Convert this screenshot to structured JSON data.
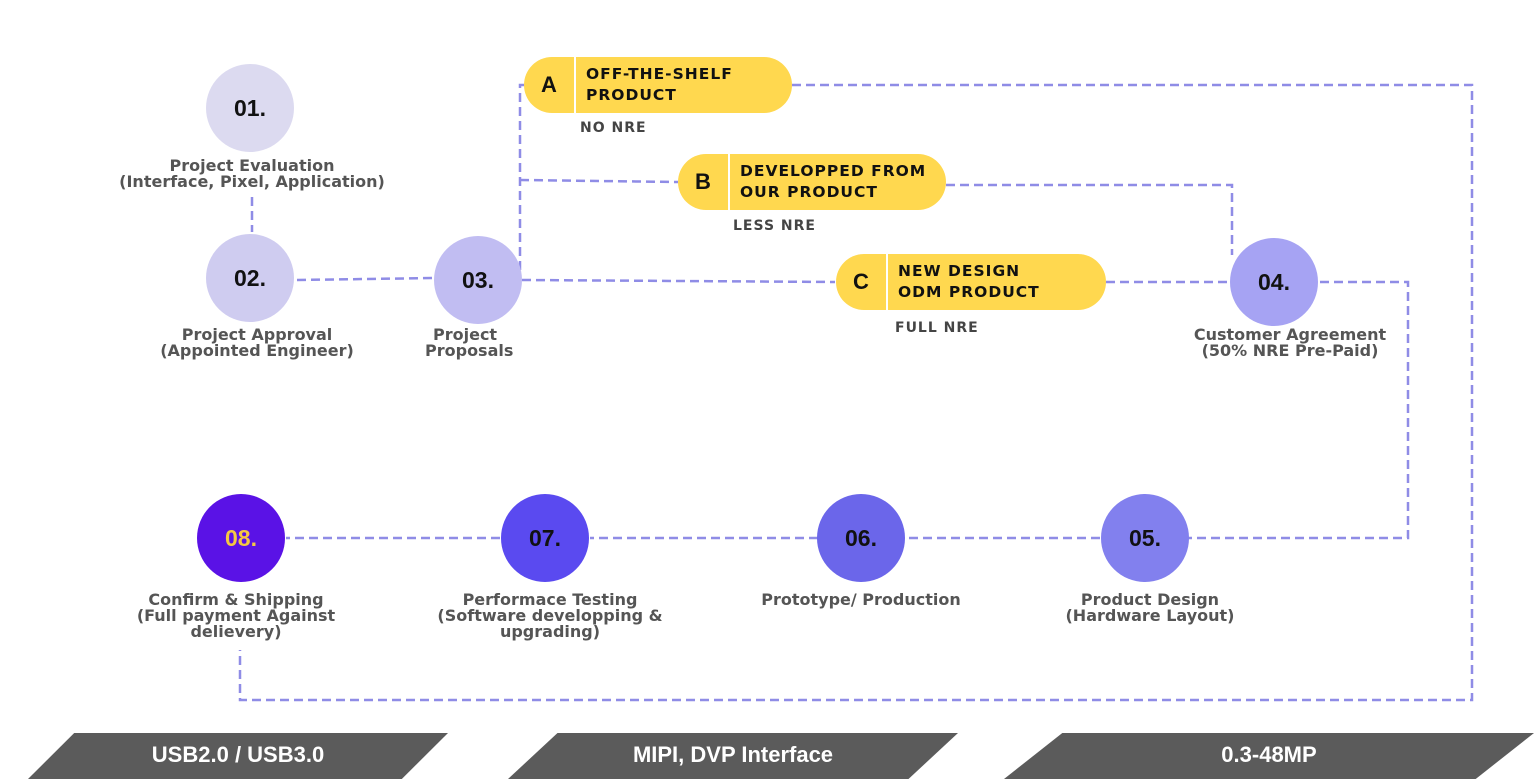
{
  "colors": {
    "connector": "#8f8ce6",
    "pill": "#ffd84f",
    "step_01": "#dcdaf0",
    "step_02": "#cfccf0",
    "step_03": "#c1bdf2",
    "step_04": "#a6a3f3",
    "step_05": "#8280ee",
    "step_06": "#6b66ea",
    "step_07": "#5a4af0",
    "step_08": "#5a12e6",
    "step_08_number": "#f5c842",
    "banner": "#5b5b5b"
  },
  "steps": [
    {
      "number": "01.",
      "label_line1": "Project Evaluation",
      "label_line2": "(Interface, Pixel, Application)",
      "label_line3": ""
    },
    {
      "number": "02.",
      "label_line1": "Project Approval",
      "label_line2": "(Appointed Engineer)",
      "label_line3": ""
    },
    {
      "number": "03.",
      "label_line1": "Project",
      "label_line2": "Proposals",
      "label_line3": ""
    },
    {
      "number": "04.",
      "label_line1": "Customer Agreement",
      "label_line2": "(50% NRE Pre-Paid)",
      "label_line3": ""
    },
    {
      "number": "05.",
      "label_line1": "Product Design",
      "label_line2": "(Hardware Layout)",
      "label_line3": ""
    },
    {
      "number": "06.",
      "label_line1": "Prototype/ Production",
      "label_line2": "",
      "label_line3": ""
    },
    {
      "number": "07.",
      "label_line1": "Performace Testing",
      "label_line2": "(Software developping &",
      "label_line3": "upgrading)"
    },
    {
      "number": "08.",
      "label_line1": "Confirm & Shipping",
      "label_line2": "(Full payment Against",
      "label_line3": "delievery)"
    }
  ],
  "options": [
    {
      "letter": "A",
      "text": "OFF-THE-SHELF\nPRODUCT",
      "nre": "NO NRE"
    },
    {
      "letter": "B",
      "text": "DEVELOPPED FROM\nOUR PRODUCT",
      "nre": "LESS NRE"
    },
    {
      "letter": "C",
      "text": "NEW DESIGN\nODM PRODUCT",
      "nre": "FULL NRE"
    }
  ],
  "banners": [
    "USB2.0 / USB3.0",
    "MIPI, DVP Interface",
    "0.3-48MP"
  ]
}
